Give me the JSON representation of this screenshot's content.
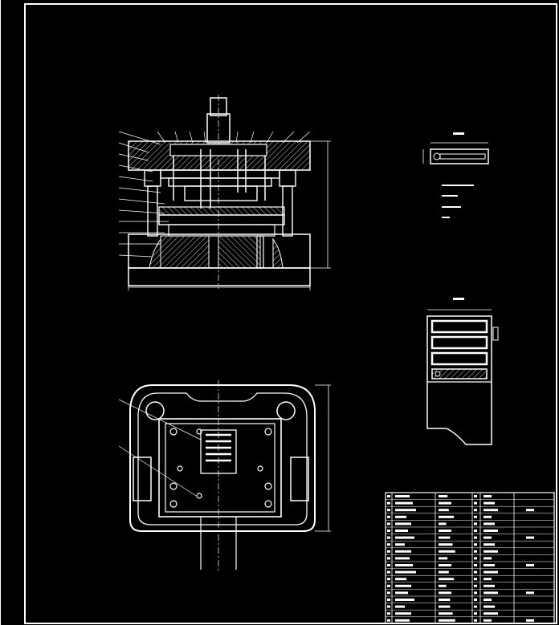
{
  "drawing": {
    "background": "#000000",
    "line_color": "#ffffff",
    "views": [
      "front-section-view",
      "top-plan-view",
      "part-blank-view",
      "strip-layout-view"
    ],
    "bom_rows": 19
  }
}
